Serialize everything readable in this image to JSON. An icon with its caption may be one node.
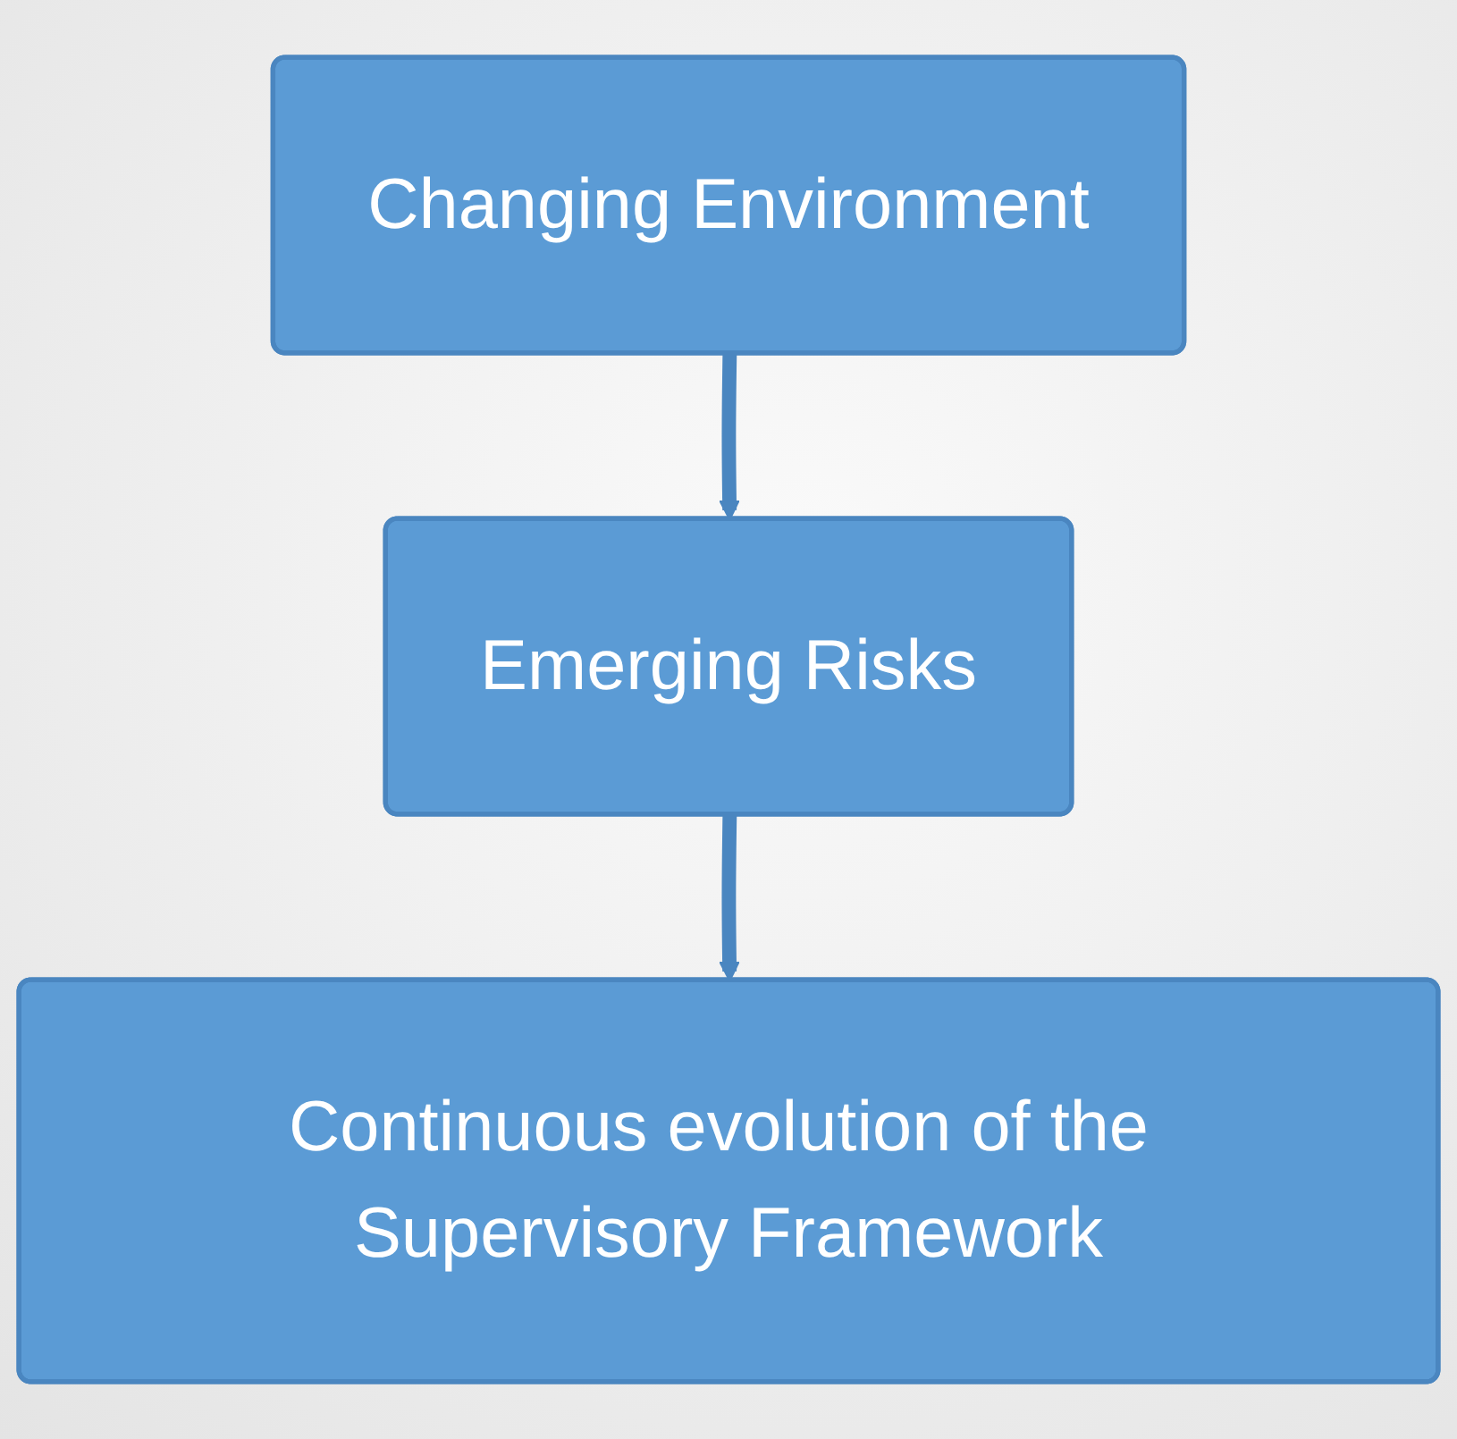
{
  "diagram": {
    "nodes": [
      {
        "text": [
          "Changing Environment"
        ]
      },
      {
        "text": [
          "Emerging Risks"
        ]
      },
      {
        "text": [
          "Continuous evolution of the Supervisory Framework"
        ]
      }
    ],
    "edges": [
      {
        "from": 0,
        "to": 1,
        "arrow": "to"
      },
      {
        "from": 1,
        "to": 2,
        "arrow": "to"
      }
    ]
  }
}
